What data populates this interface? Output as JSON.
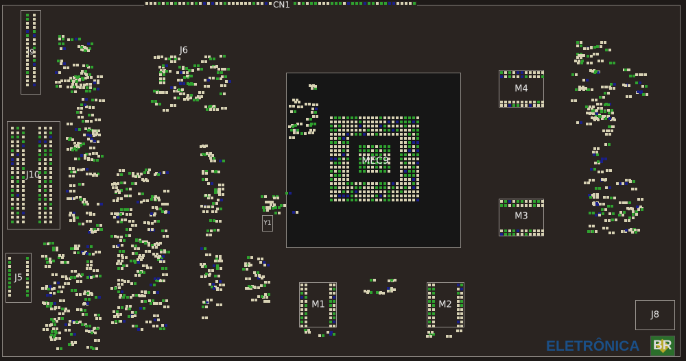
{
  "board": {
    "connectors": {
      "cn1": "CN1",
      "j9": "J9",
      "j6": "J6",
      "j10": "J10",
      "j5": "J5",
      "j8": "J8"
    },
    "chips": {
      "mec9": "MEC9",
      "m1": "M1",
      "m2": "M2",
      "m3": "M3",
      "m4": "M4",
      "y1": "Y1"
    }
  },
  "watermark": {
    "text": "ELETRÔNICA",
    "badge": "BR"
  },
  "colors": {
    "background": "#2a2421",
    "pad": "#d8d2b4",
    "ground_pad": "#2fa22f",
    "power_pad": "#1a1f8a",
    "outline": "#9a9590"
  }
}
